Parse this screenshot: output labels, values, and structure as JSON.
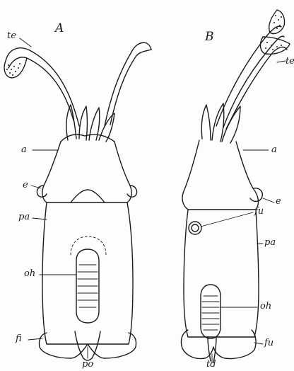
{
  "figure": {
    "panel_a": {
      "title": "A",
      "labels": {
        "te": "te",
        "a": "a",
        "e": "e",
        "pa": "pa",
        "oh": "oh",
        "fi": "fi",
        "po": "po"
      }
    },
    "panel_b": {
      "title": "B",
      "labels": {
        "te": "te",
        "a": "a",
        "fu_top": "fu",
        "e": "e",
        "pa": "pa",
        "oh": "oh",
        "fu_bottom": "fu",
        "td": "td"
      }
    }
  }
}
